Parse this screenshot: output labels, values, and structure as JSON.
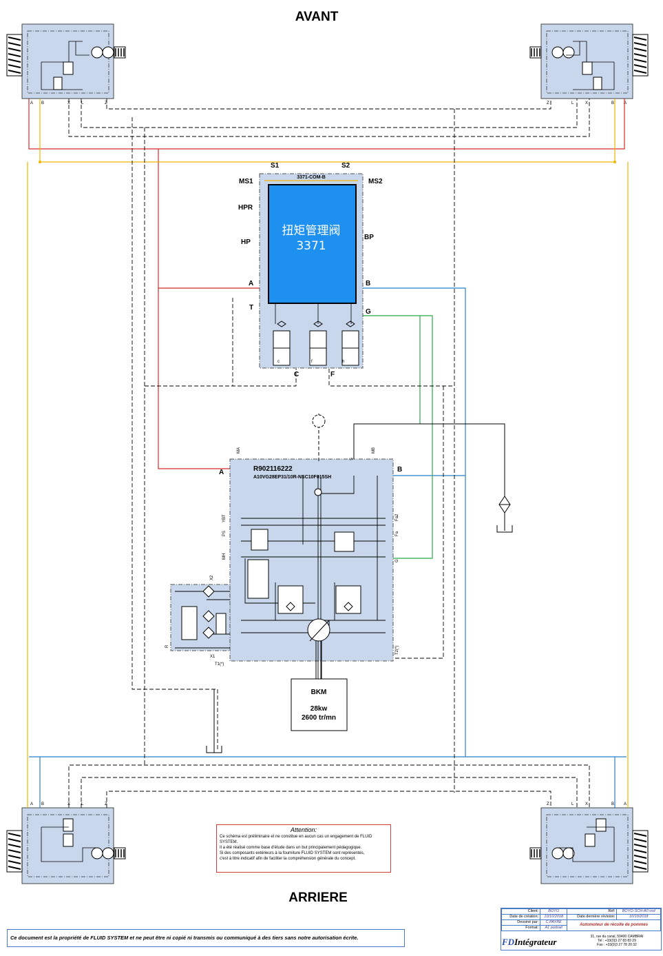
{
  "labels": {
    "front": "AVANT",
    "rear": "ARRIERE",
    "valve_block": "3371-COM-B",
    "valve_name_cn": "扭矩管理阀",
    "valve_number": "3371",
    "pump_code": "R902116222",
    "pump_model": "A10VG28EP31/10R-NSC10F015SH",
    "engine_name": "BKM",
    "engine_power": "28kw",
    "engine_speed": "2600 tr/mn"
  },
  "ports": {
    "s1": "S1",
    "s2": "S2",
    "ms1": "MS1",
    "ms2": "MS2",
    "hpr": "HPR",
    "hp": "HP",
    "bp": "BP",
    "a": "A",
    "b": "B",
    "t": "T",
    "g": "G",
    "c": "C",
    "f": "F",
    "pump_a": "A",
    "pump_b": "B",
    "sol_c": "c",
    "sol_f": "f",
    "sol_h": "h",
    "ma": "MA",
    "mb": "MB",
    "s": "S",
    "r": "R",
    "x1": "X1",
    "x2": "X2",
    "t1": "T1(*)",
    "t2": "T2(*)",
    "ps": "PS",
    "ybt": "YBT",
    "mh": "MH",
    "fa": "Fa",
    "fa2": "Fa2",
    "g2": "G",
    "wa": "A",
    "wb": "B",
    "wx": "X",
    "wl": "L",
    "wz": "Z"
  },
  "attention": {
    "title": "Attention:",
    "line1": "Ce schéma est préliminaire et ne constitue en aucun cas un engagement de FLUID SYSTEM.",
    "line2": "Il a été réalisé comme base d'étude dans un but principalement pédagogique.",
    "line3": "Si des composants extérieurs à la fourniture FLUID SYSTEM sont représentés,",
    "line4": "c'est à titre indicatif afin de faciliter la compréhension générale du concept."
  },
  "disclaimer": "Ce document est la propriété de FLUID SYSTEM et ne peut être ni copié ni transmis ou communiqué à des tiers sans notre autorisation écrite.",
  "title_block": {
    "client_label": "Client:",
    "client": "BOYO",
    "ref_label": "Réf:",
    "ref": "BOYO-SCH-A0.vsd",
    "created_label": "Date de création:",
    "created": "10/10/2018",
    "revised_label": "Date dernière révision:",
    "revised": "10/10/2018",
    "drawn_label": "Dessiné par:",
    "drawn": "C.PAYRE",
    "format_label": "Format:",
    "format": "A1 portrait",
    "description": "Automoteur de récolte de pommes",
    "logo_fd": "FD",
    "logo_text": "Intégrateur",
    "address1": "31, rue du canal, 59400 CAMBRAI",
    "address2": "Tel : +33(0)3 27 83 83 29",
    "address3": "Fax : +33(0)3 27 78 20 32"
  },
  "colors": {
    "red": "#d42a2a",
    "yellow": "#f0b400",
    "blue": "#2a7fc4",
    "green": "#2aa84a",
    "block_fill": "#c9d7ec",
    "valve_fill": "#1e90f0"
  }
}
